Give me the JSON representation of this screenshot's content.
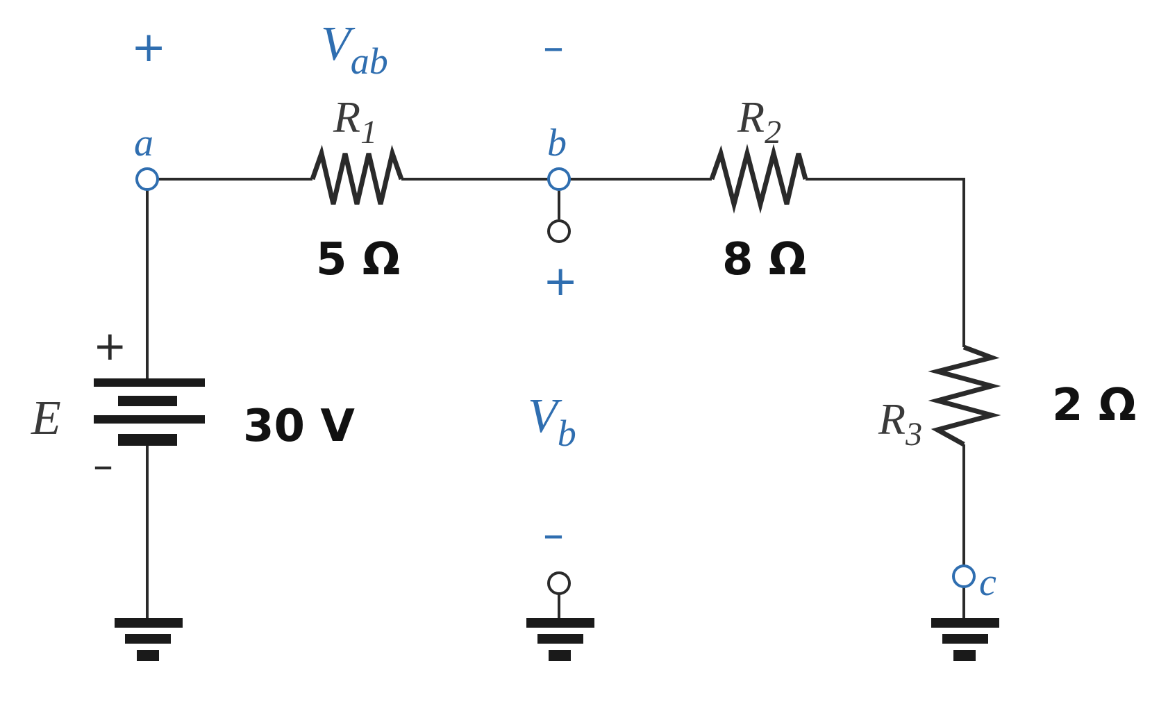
{
  "nodes": {
    "a": "a",
    "b": "b",
    "c": "c"
  },
  "voltages": {
    "vab_main": "V",
    "vab_sub": "ab",
    "vab_plus": "+",
    "vab_minus": "–",
    "vb_main": "V",
    "vb_sub": "b",
    "vb_plus": "+",
    "vb_minus": "–"
  },
  "source": {
    "label": "E",
    "value": "30 V",
    "plus": "+",
    "minus": "–"
  },
  "resistors": [
    {
      "name_main": "R",
      "name_sub": "1",
      "value": "5 Ω"
    },
    {
      "name_main": "R",
      "name_sub": "2",
      "value": "8 Ω"
    },
    {
      "name_main": "R",
      "name_sub": "3",
      "value": "2 Ω"
    }
  ],
  "colors": {
    "wire": "#2a2a2a",
    "annotation_blue": "#2f6eb0",
    "value_black": "#111111"
  }
}
